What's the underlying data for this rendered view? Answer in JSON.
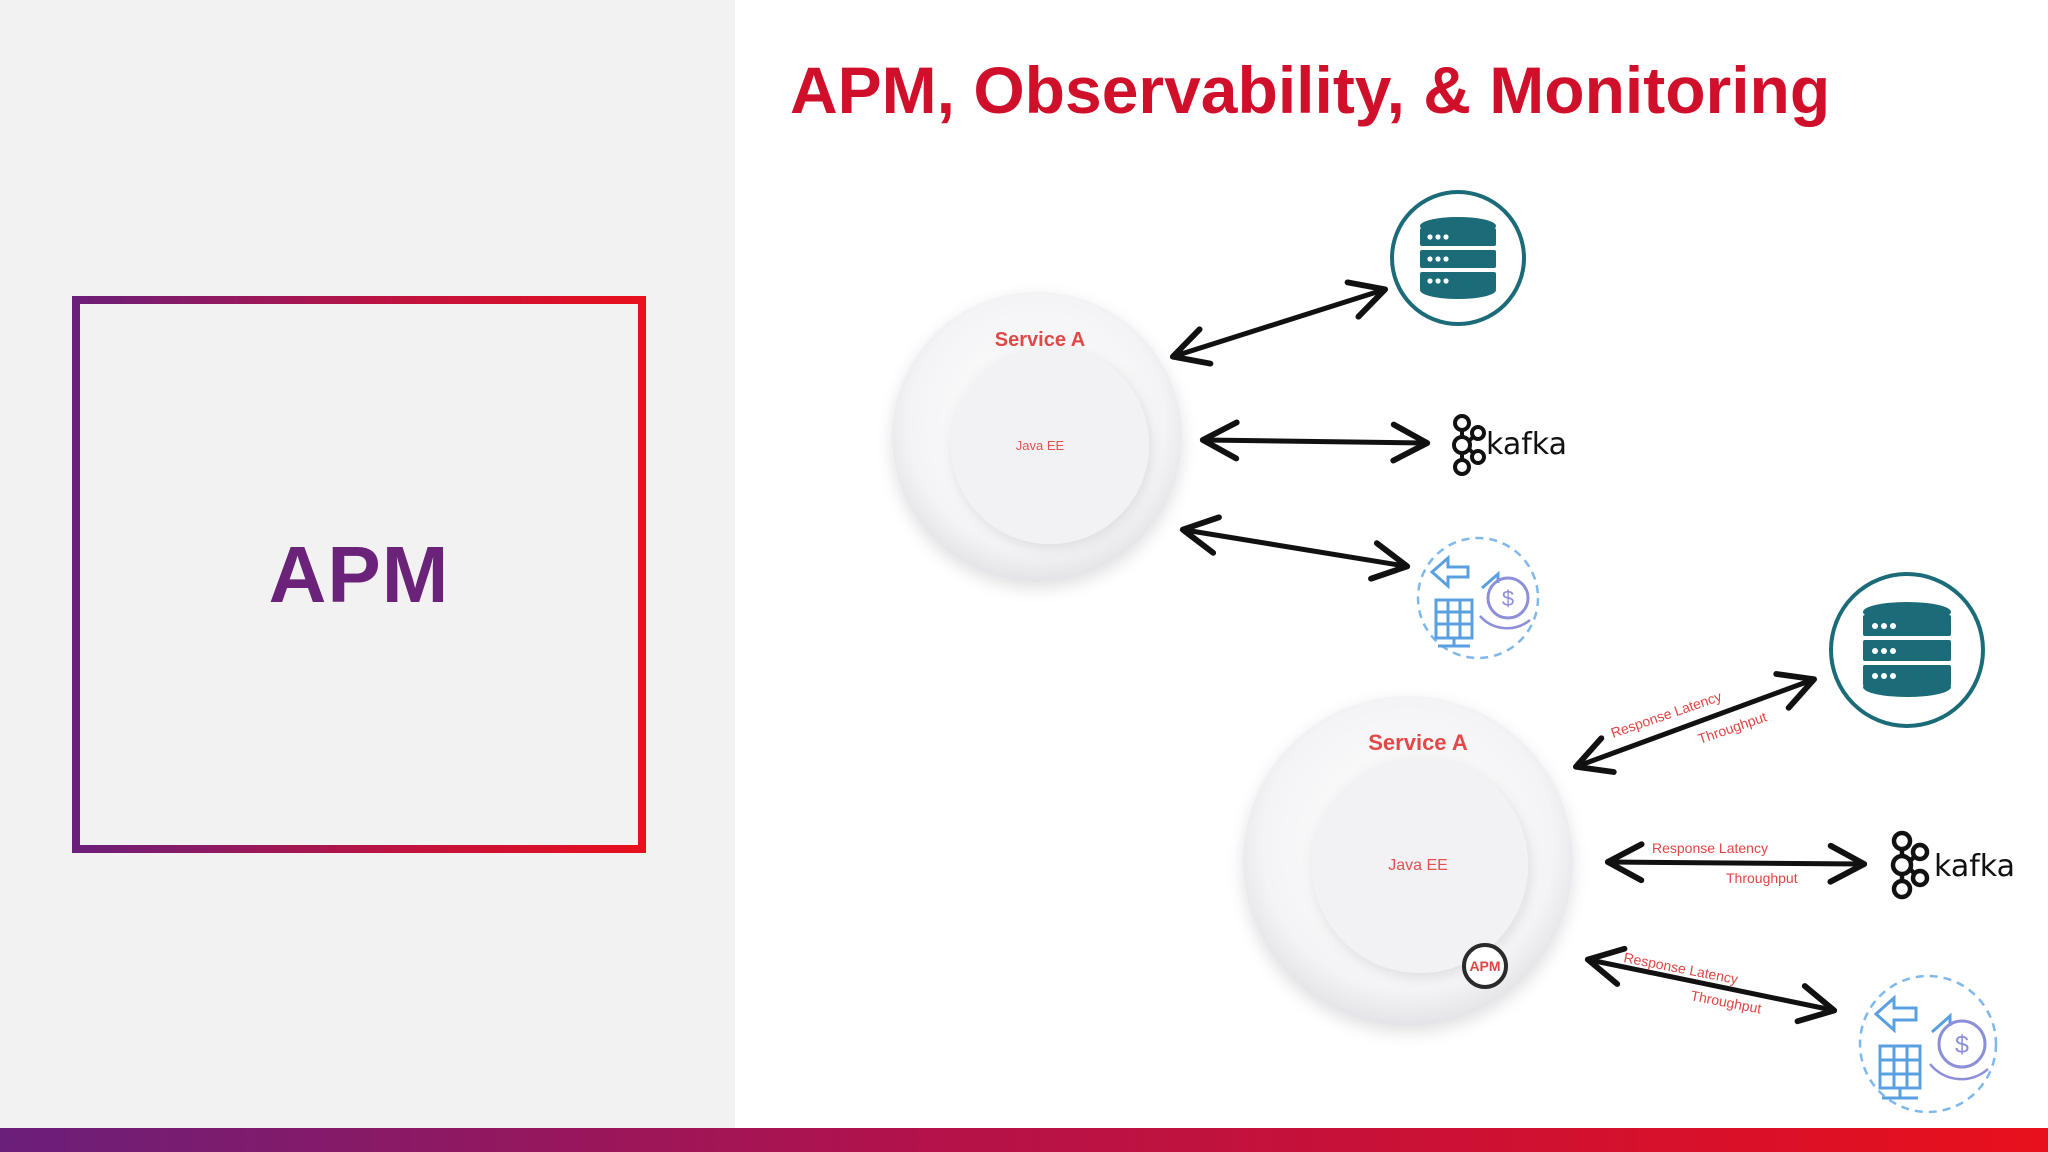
{
  "slide": {
    "title": "APM, Observability, & Monitoring",
    "section_label": "APM"
  },
  "colors": {
    "title": "#d0102a",
    "section_label": "#6b2279",
    "gradient_start": "#6a1f7a",
    "gradient_end": "#e8101c",
    "db_icon": "#1b6b78",
    "label_red": "#e24848"
  },
  "diagram_top": {
    "service": {
      "title": "Service A",
      "subtitle": "Java EE"
    },
    "targets": [
      {
        "icon": "database-icon"
      },
      {
        "icon": "kafka-icon",
        "label": "kafka"
      },
      {
        "icon": "cloud-billing-icon"
      }
    ]
  },
  "diagram_bottom": {
    "service": {
      "title": "Service A",
      "subtitle": "Java EE",
      "badge": "APM"
    },
    "links": [
      {
        "metric1": "Response Latency",
        "metric2": "Throughput"
      },
      {
        "metric1": "Response Latency",
        "metric2": "Throughput"
      },
      {
        "metric1": "Response Latency",
        "metric2": "Throughput"
      }
    ],
    "targets": [
      {
        "icon": "database-icon"
      },
      {
        "icon": "kafka-icon",
        "label": "kafka"
      },
      {
        "icon": "cloud-billing-icon"
      }
    ]
  }
}
